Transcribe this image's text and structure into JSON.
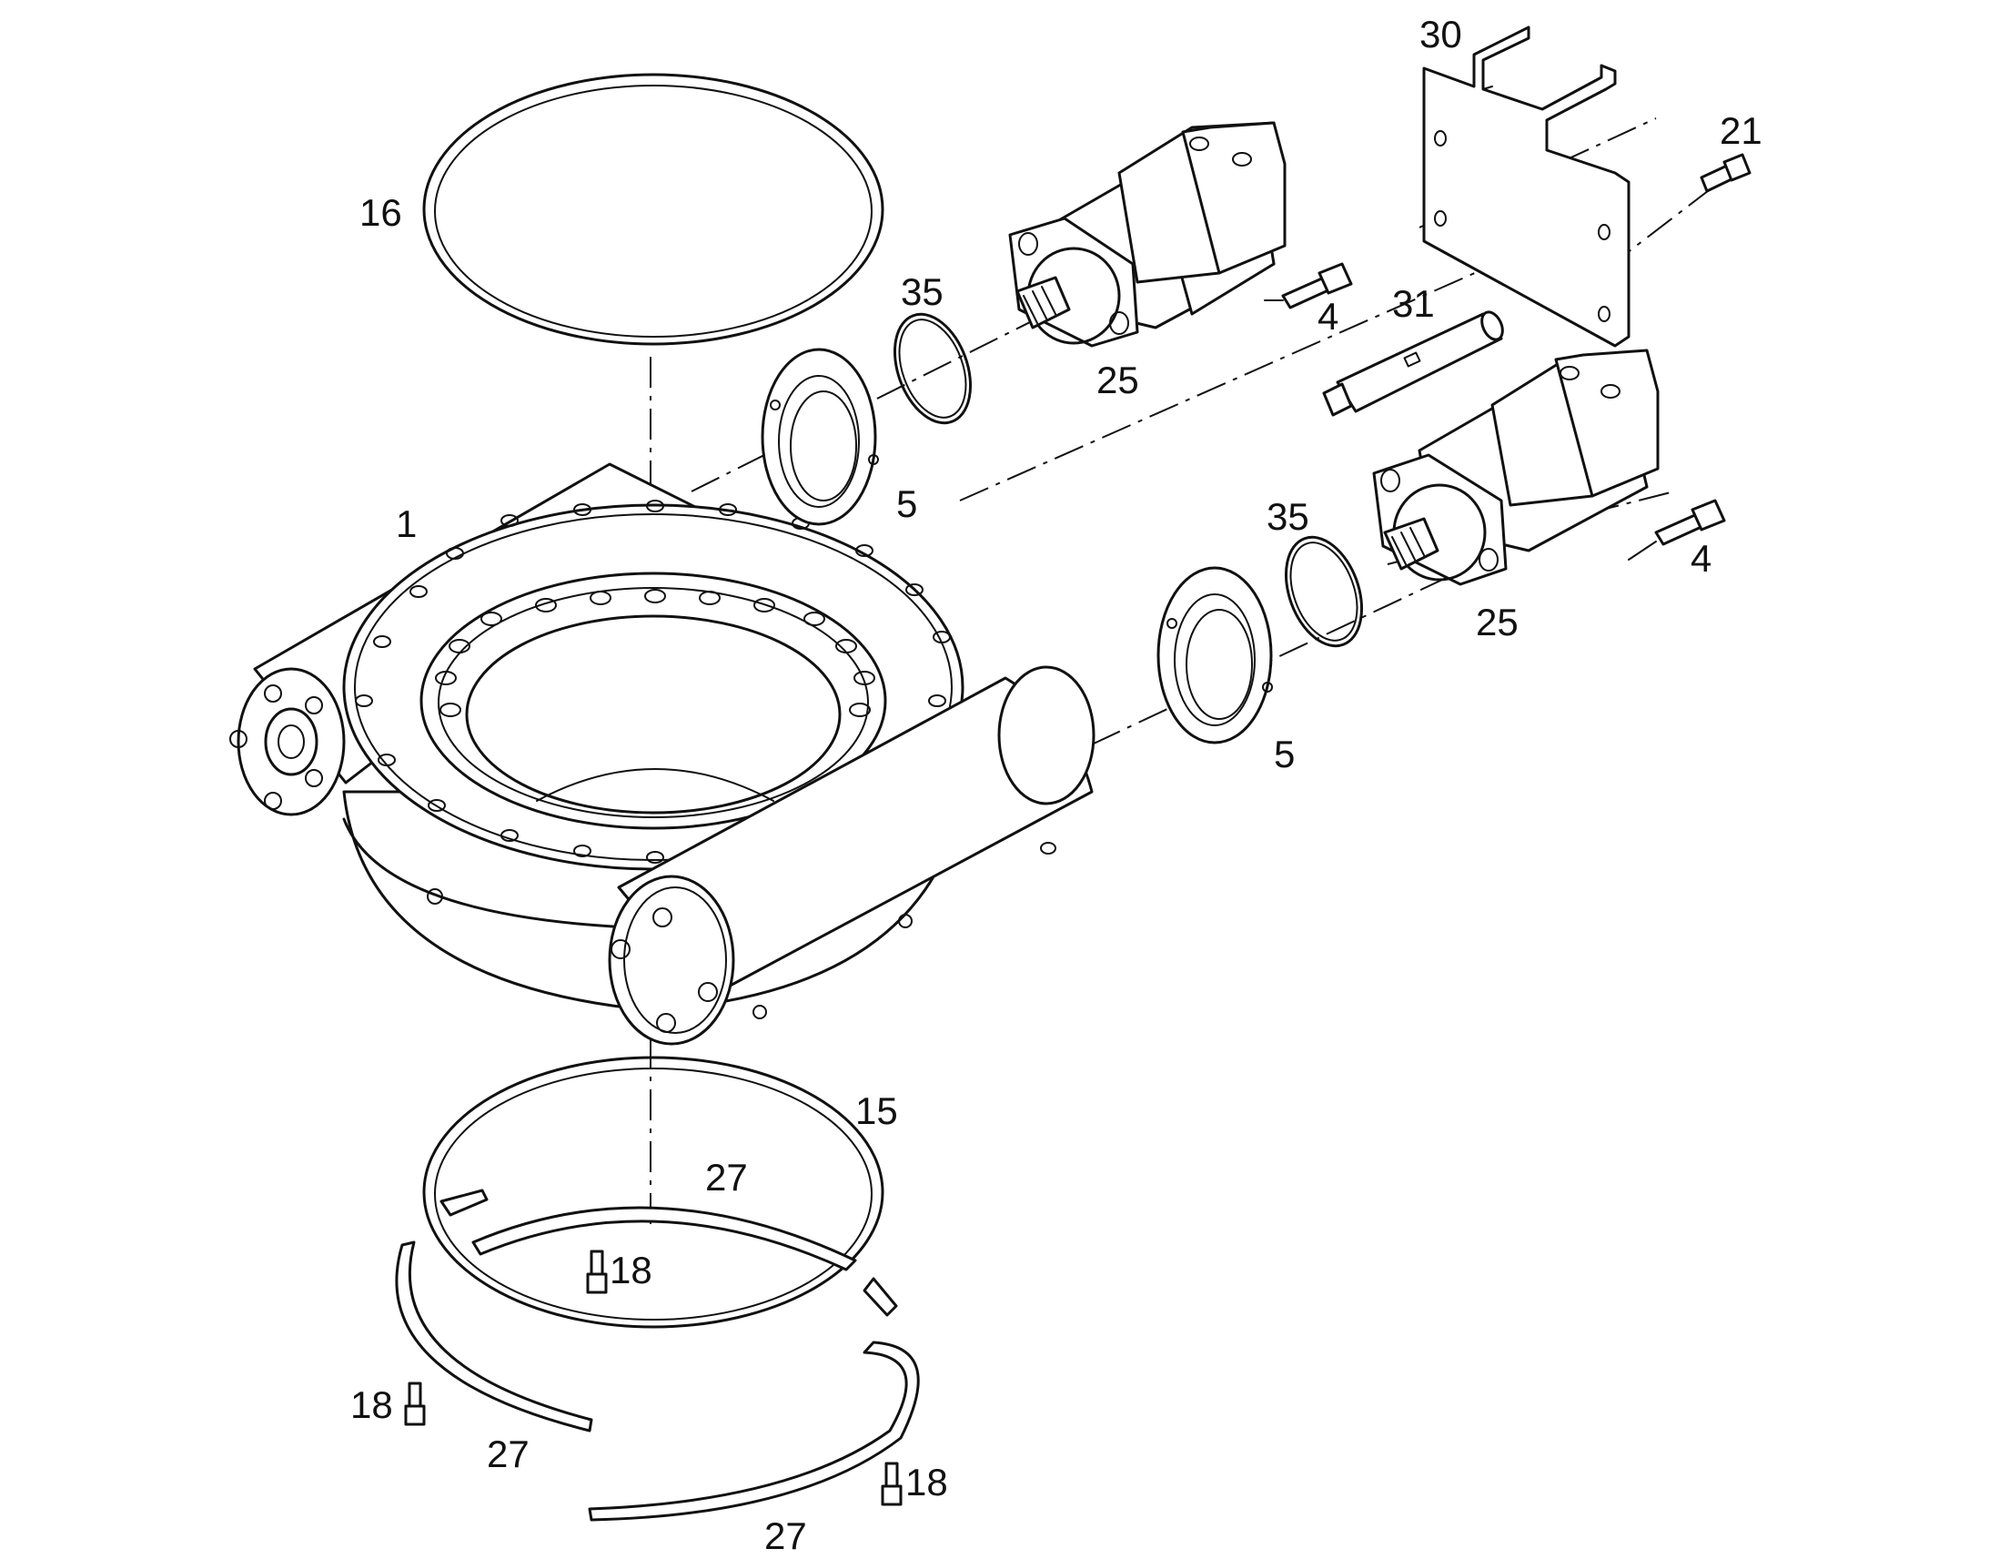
{
  "diagram": {
    "type": "exploded-parts-view",
    "callouts": [
      {
        "id": "c1",
        "text": "1"
      },
      {
        "id": "c4a",
        "text": "4"
      },
      {
        "id": "c4b",
        "text": "4"
      },
      {
        "id": "c5a",
        "text": "5"
      },
      {
        "id": "c5b",
        "text": "5"
      },
      {
        "id": "c15",
        "text": "15"
      },
      {
        "id": "c16",
        "text": "16"
      },
      {
        "id": "c18a",
        "text": "18"
      },
      {
        "id": "c18b",
        "text": "18"
      },
      {
        "id": "c18c",
        "text": "18"
      },
      {
        "id": "c21",
        "text": "21"
      },
      {
        "id": "c25a",
        "text": "25"
      },
      {
        "id": "c25b",
        "text": "25"
      },
      {
        "id": "c27a",
        "text": "27"
      },
      {
        "id": "c27b",
        "text": "27"
      },
      {
        "id": "c27c",
        "text": "27"
      },
      {
        "id": "c30",
        "text": "30"
      },
      {
        "id": "c31",
        "text": "31"
      },
      {
        "id": "c35a",
        "text": "35"
      },
      {
        "id": "c35b",
        "text": "35"
      }
    ]
  }
}
